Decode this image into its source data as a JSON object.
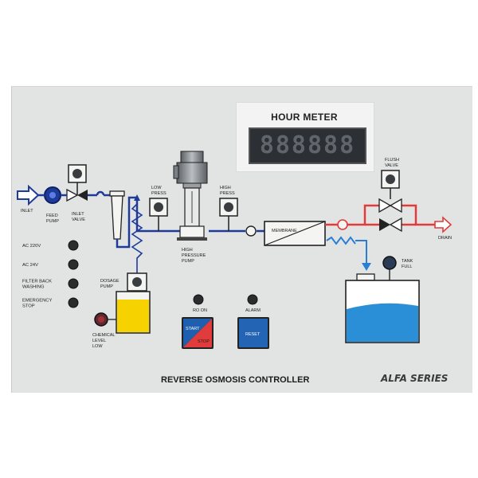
{
  "hour_meter": {
    "title": "HOUR METER",
    "display": "888888"
  },
  "labels": {
    "inlet": "INLET",
    "feed_pump": [
      "FEED",
      "PUMP"
    ],
    "inlet_valve": [
      "INLET",
      "VALVE"
    ],
    "low_press": [
      "LOW",
      "PRESS"
    ],
    "high_press": [
      "HIGH",
      "PRESS"
    ],
    "high_pressure_pump": [
      "HIGH",
      "PRESSURE",
      "PUMP"
    ],
    "membrane": "MEMBRANE",
    "flush_valve": [
      "FLUSH",
      "VALVE"
    ],
    "drain": "DRAIN",
    "tank_full": [
      "TANK",
      "FULL"
    ],
    "dosage_pump": [
      "DOSAGE",
      "PUMP"
    ],
    "chemical_level_low": [
      "CHEMICAL",
      "LEVEL",
      "LOW"
    ],
    "ro_on": "RO ON",
    "alarm": "ALARM",
    "start": "START",
    "stop": "STOP",
    "reset": "RESET"
  },
  "indicators": [
    {
      "label": [
        "AC 220V"
      ]
    },
    {
      "label": [
        "AC 24V"
      ]
    },
    {
      "label": [
        "FILTER BACK",
        "WASHING"
      ]
    },
    {
      "label": [
        "EMERGENCY",
        "STOP"
      ]
    }
  ],
  "footer": {
    "title": "REVERSE OSMOSIS CONTROLLER",
    "series": "ALFA SERIES"
  },
  "colors": {
    "panel": "#e2e4e3",
    "inlet_line": "#1f3b9a",
    "permeate_line": "#2a7fd4",
    "concentrate_line": "#e03a3a",
    "dosage_yellow": "#f6d200",
    "tank_water": "#2b8fd8",
    "start_blue": "#1f5fb0",
    "stop_red": "#e23b3b",
    "reset_blue": "#2464b4",
    "indicator": "#2a2c2e"
  }
}
